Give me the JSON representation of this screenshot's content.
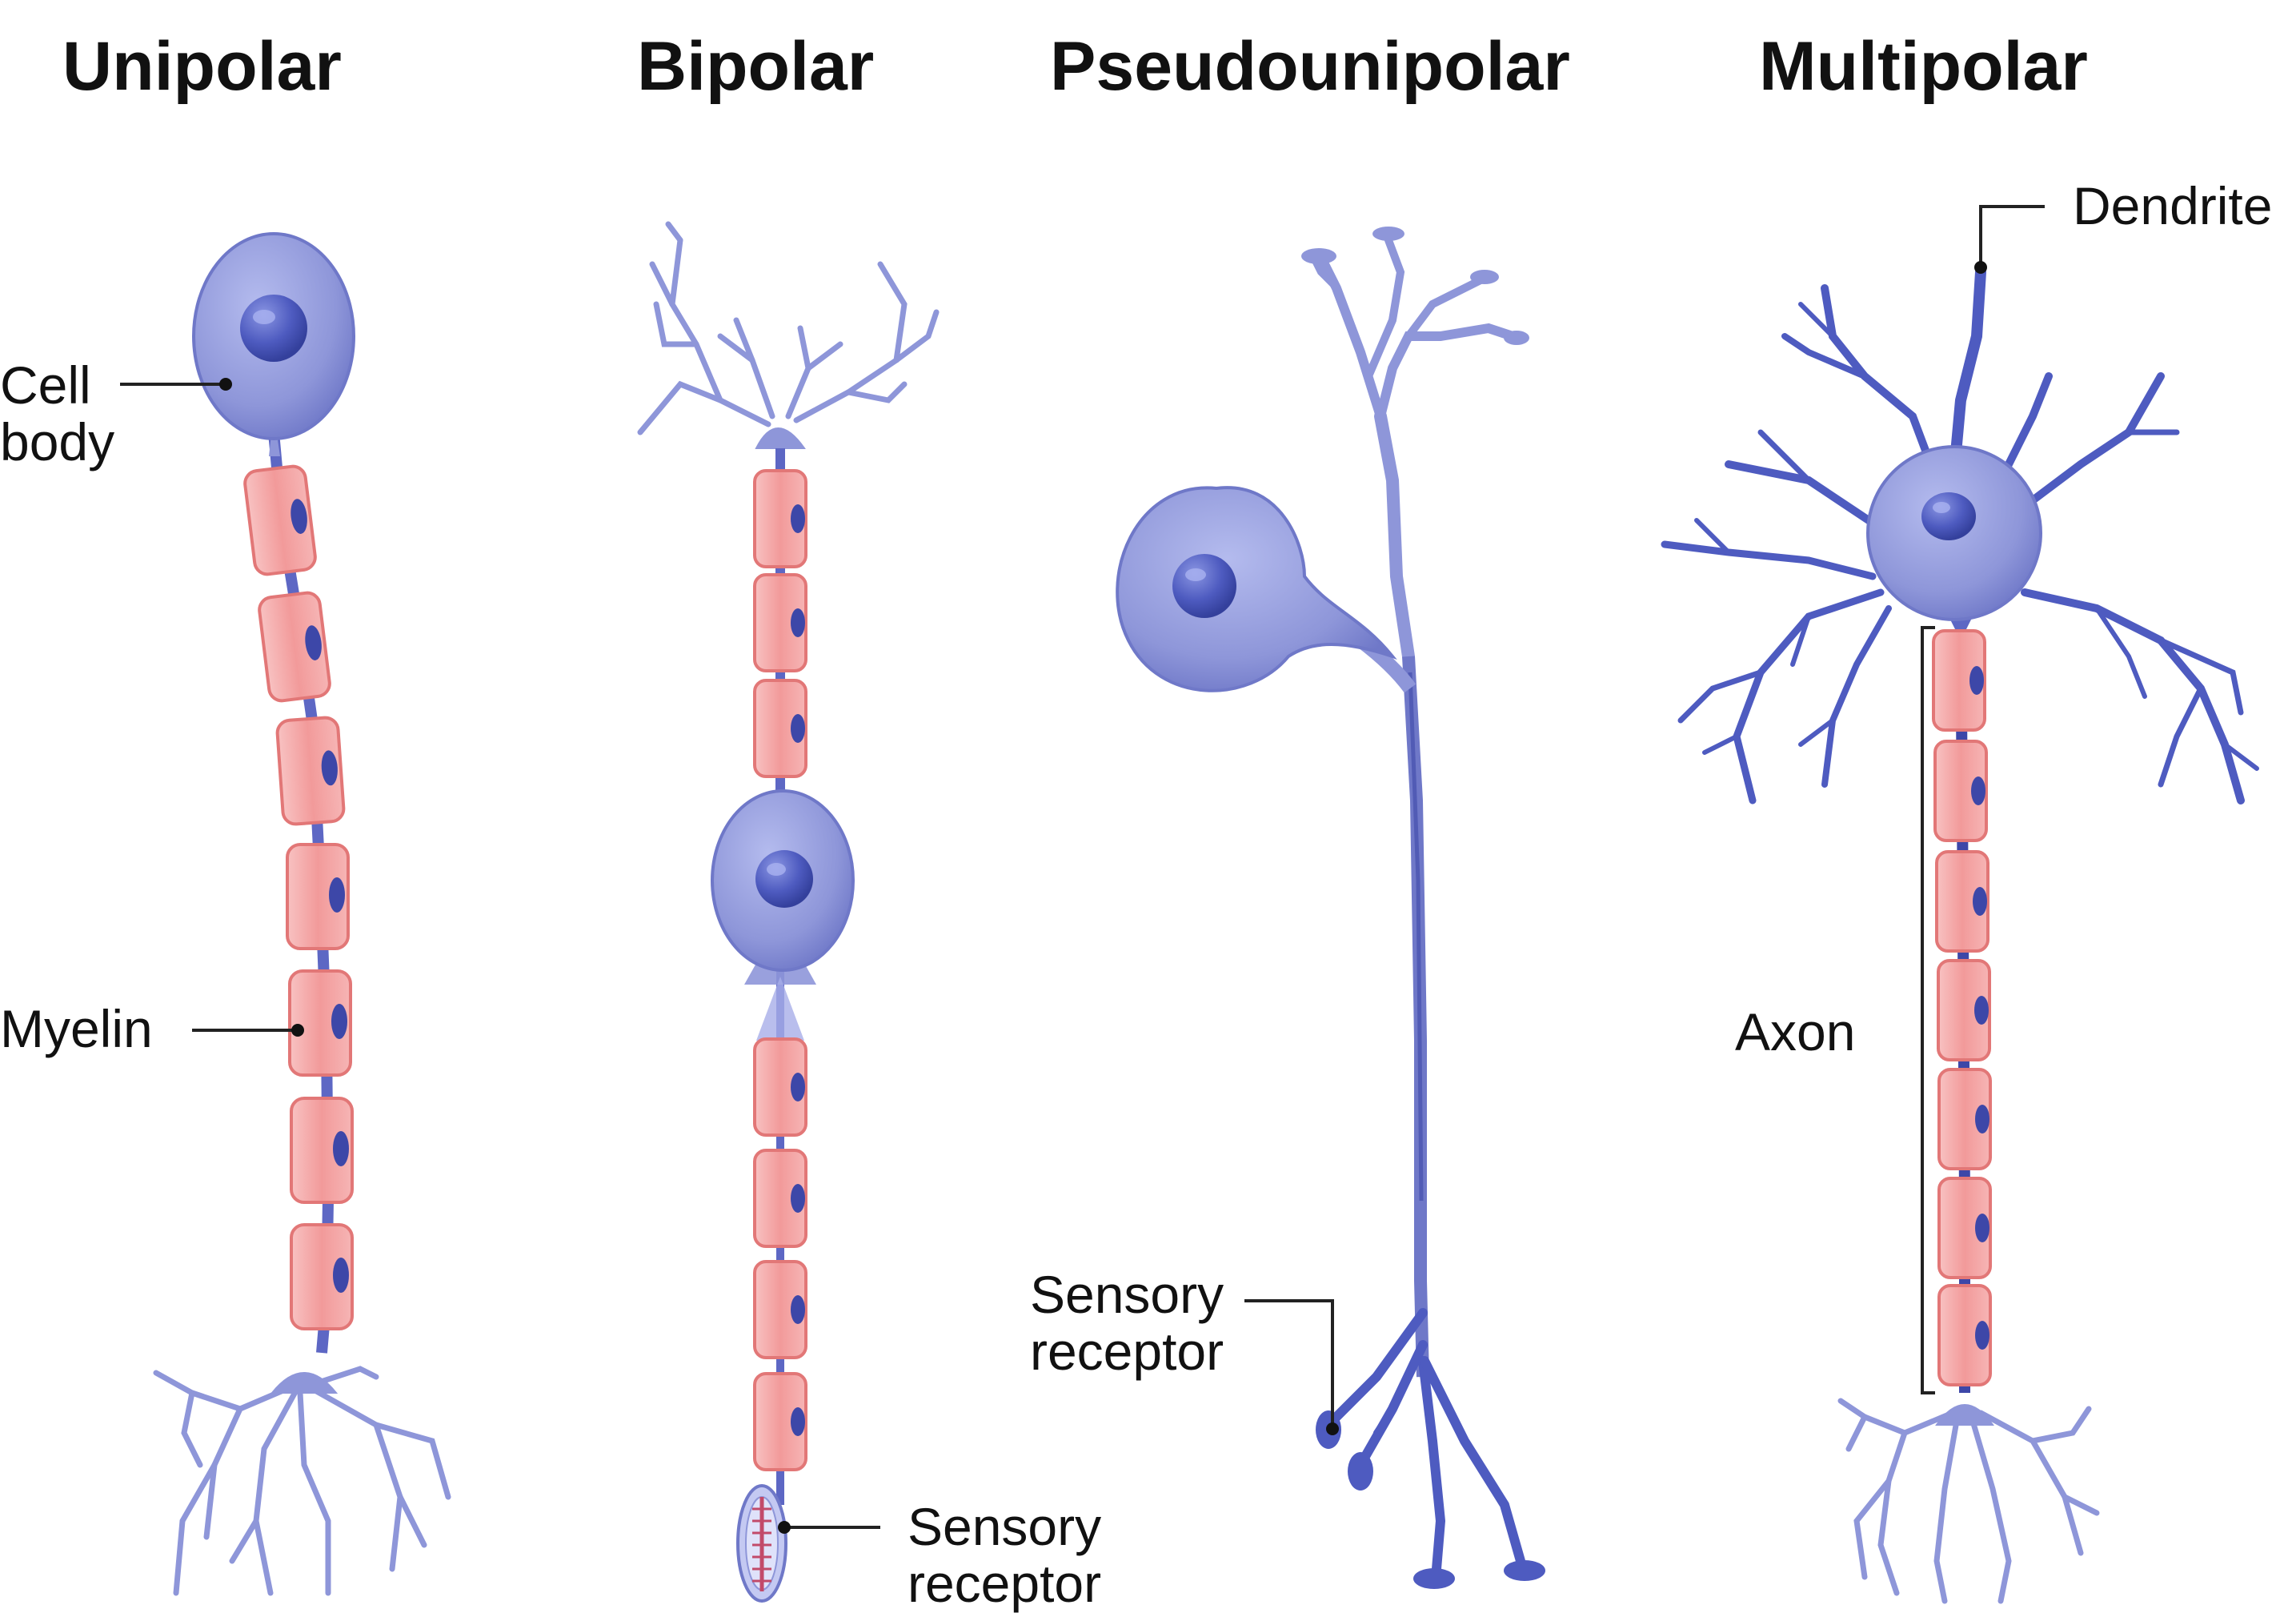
{
  "titles": {
    "unipolar": "Unipolar",
    "bipolar": "Bipolar",
    "pseudounipolar": "Pseudounipolar",
    "multipolar": "Multipolar"
  },
  "labels": {
    "cell_body_line1": "Cell",
    "cell_body_line2": "body",
    "myelin": "Myelin",
    "bipolar_sensory_line1": "Sensory",
    "bipolar_sensory_line2": "receptor",
    "pseudo_sensory_line1": "Sensory",
    "pseudo_sensory_line2": "receptor",
    "dendrite": "Dendrite",
    "axon": "Axon"
  },
  "colors": {
    "neuron_fill": "#8e96d9",
    "neuron_dark": "#3d47a8",
    "nucleus": "#4e5bc0",
    "myelin_fill": "#f4a7a7",
    "myelin_stroke": "#e27777",
    "leader_line": "#222222"
  }
}
